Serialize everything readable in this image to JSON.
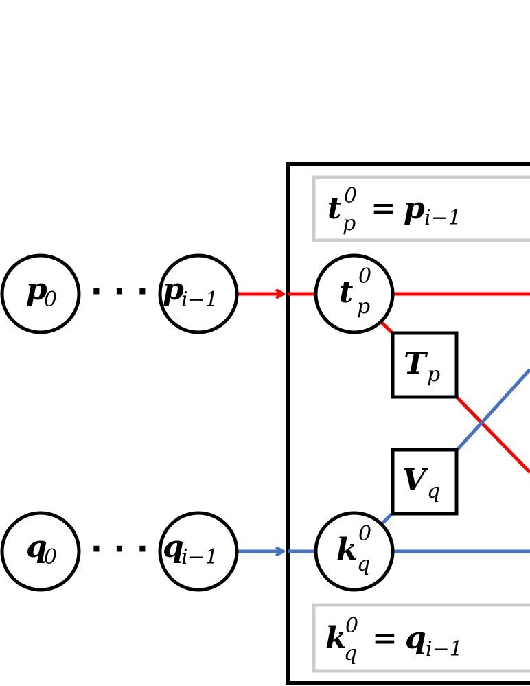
{
  "colors": {
    "p_path": "#ff0000",
    "q_path": "#4472c4",
    "stroke": "#000000",
    "init_box_border": "#cccccc"
  },
  "nodes": {
    "p0": {
      "main": "p",
      "sub": "0"
    },
    "p_prev": {
      "main": "p",
      "sub": "i−1"
    },
    "q0": {
      "main": "q",
      "sub": "0"
    },
    "q_prev": {
      "main": "q",
      "sub": "i−1"
    },
    "t_p": {
      "main": "t",
      "sup": "0",
      "sub": "p"
    },
    "k_q": {
      "main": "k",
      "sup": "0",
      "sub": "q"
    }
  },
  "ellipsis": "⋅ ⋅ ⋅",
  "operators": {
    "T_p": {
      "main": "T",
      "sub": "p"
    },
    "V_q": {
      "main": "V",
      "sub": "q"
    }
  },
  "init_top": {
    "lhs_main": "t",
    "lhs_sup": "0",
    "lhs_sub": "p",
    "eq": "=",
    "rhs_main": "p",
    "rhs_sub": "i−1"
  },
  "init_bottom": {
    "lhs_main": "k",
    "lhs_sup": "0",
    "lhs_sub": "q",
    "eq": "=",
    "rhs_main": "q",
    "rhs_sub": "i−1"
  }
}
